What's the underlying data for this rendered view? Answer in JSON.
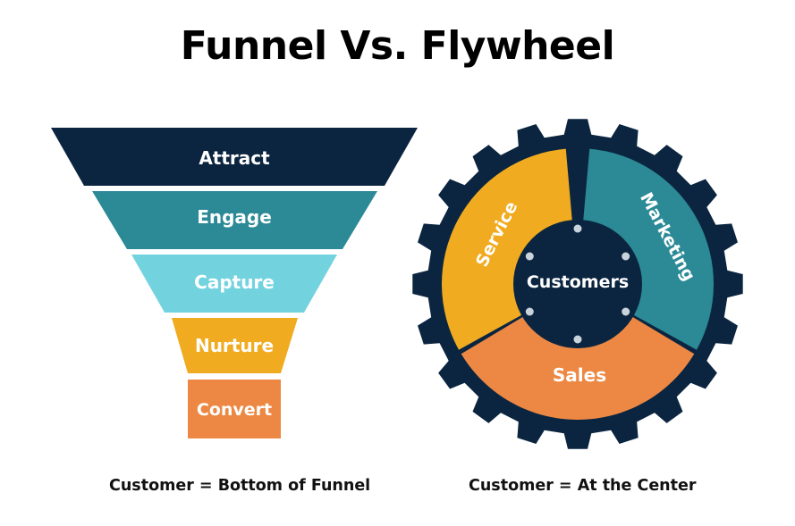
{
  "title": "Funnel Vs. Flywheel",
  "funnel": {
    "stages": [
      {
        "label": "Attract",
        "color": "#0b2540"
      },
      {
        "label": "Engage",
        "color": "#2b8a96"
      },
      {
        "label": "Capture",
        "color": "#72d3df"
      },
      {
        "label": "Nurture",
        "color": "#f0ab20"
      },
      {
        "label": "Convert",
        "color": "#ec8843"
      }
    ],
    "caption": "Customer = Bottom of Funnel"
  },
  "flywheel": {
    "center_label": "Customers",
    "segments": [
      {
        "label": "Marketing",
        "color": "#2b8a96"
      },
      {
        "label": "Sales",
        "color": "#ec8843"
      },
      {
        "label": "Service",
        "color": "#f0ab20"
      }
    ],
    "gear_color": "#0b2540",
    "caption": "Customer = At the Center"
  }
}
